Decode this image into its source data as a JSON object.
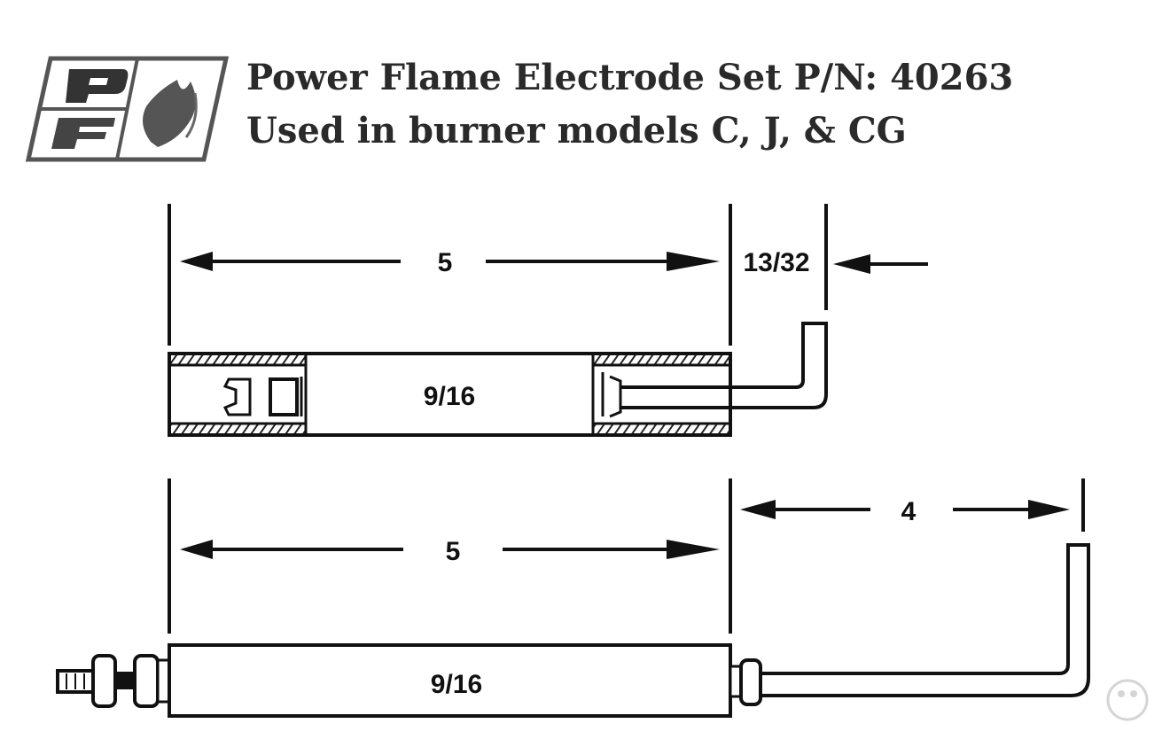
{
  "logo": {
    "letters": [
      "P",
      "F"
    ],
    "icon": "flame-icon"
  },
  "title": {
    "line1": "Power Flame Electrode Set P/N: 40263",
    "line2": "Used in burner models C, J, & CG"
  },
  "top_electrode": {
    "length_label": "5",
    "offset_label": "13/32",
    "diameter_label": "9/16"
  },
  "bottom_electrode": {
    "length_label": "5",
    "extension_label": "4",
    "diameter_label": "9/16"
  }
}
